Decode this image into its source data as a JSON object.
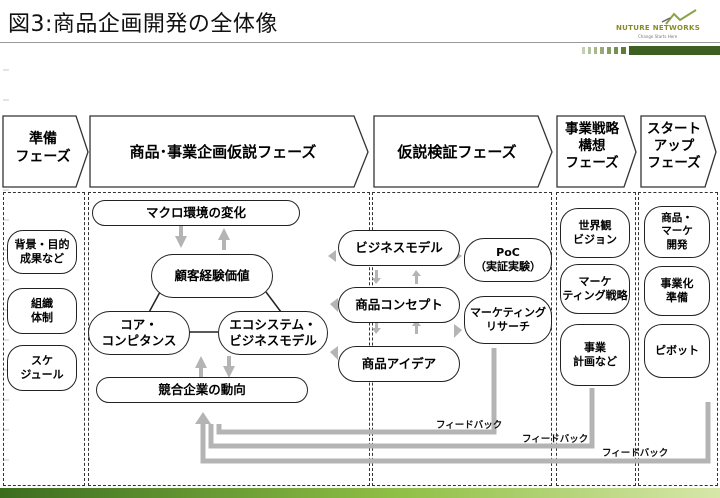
{
  "slide": {
    "title": "図3:商品企画開発の全体像"
  },
  "logo": {
    "name": "NUTURE NETWORKS",
    "tagline": "Change Starts Here",
    "mark_color": "#8aa34a"
  },
  "phases": [
    {
      "label": "準備\nフェーズ"
    },
    {
      "label": "商品･事業企画仮説フェーズ"
    },
    {
      "label": "仮説検証フェーズ"
    },
    {
      "label": "事業戦略\n構想\nフェーズ"
    },
    {
      "label": "スタート\nアップ\nフェーズ"
    }
  ],
  "preparation": {
    "items": [
      "背景・目的\n成果など",
      "組織\n体制",
      "スケ\nジュール"
    ]
  },
  "planning": {
    "macro": "マクロ環境の変化",
    "customer_value": "顧客経験価値",
    "core": "コア・\nコンピタンス",
    "ecosystem": "エコシステム・\nビジネスモデル",
    "competitors": "競合企業の動向"
  },
  "validation": {
    "business_model": "ビジネスモデル",
    "concept": "商品コンセプト",
    "idea": "商品アイデア",
    "poc": "PoC\n（実証実験）",
    "marketing": "マーケティング\nリサーチ"
  },
  "strategy": {
    "items": [
      "世界観\nビジョン",
      "マーケ\nティング戦略",
      "事業\n計画など"
    ]
  },
  "startup": {
    "items": [
      "商品・\nマーケ\n開発",
      "事業化\n準備",
      "ピボット"
    ]
  },
  "feedback": {
    "labels": [
      "フィードバック",
      "フィードバック",
      "フィードバック"
    ]
  },
  "colors": {
    "arrow_gray": "#b4b4b4",
    "border": "#222222",
    "accent_green": "#6a9a30"
  }
}
